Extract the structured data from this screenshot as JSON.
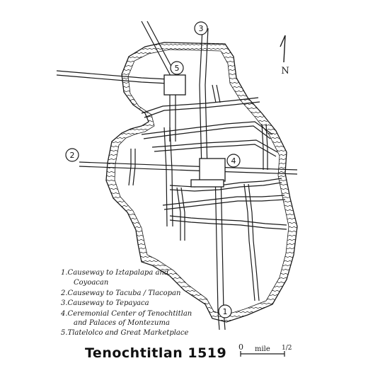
{
  "title": "Tenochtitlan 1519",
  "north_label": "N",
  "scale": {
    "zero": "0",
    "unit": "mile",
    "end": "1/2"
  },
  "markers": {
    "m1": "1",
    "m2": "2",
    "m3": "3",
    "m4": "4",
    "m5": "5"
  },
  "legend": [
    "1.Causeway to Iztapalapa and",
    "Coyoacan",
    "2.Causeway to Tacuba / Tlacopan",
    "3.Causeway to Tepayaca",
    "4.Ceremonial Center of Tenochtitlan",
    "and Palaces of Montezuma",
    "5.Tlatelolco and Great Marketplace"
  ],
  "colors": {
    "ink": "#1a1a1a",
    "paper": "#ffffff"
  }
}
